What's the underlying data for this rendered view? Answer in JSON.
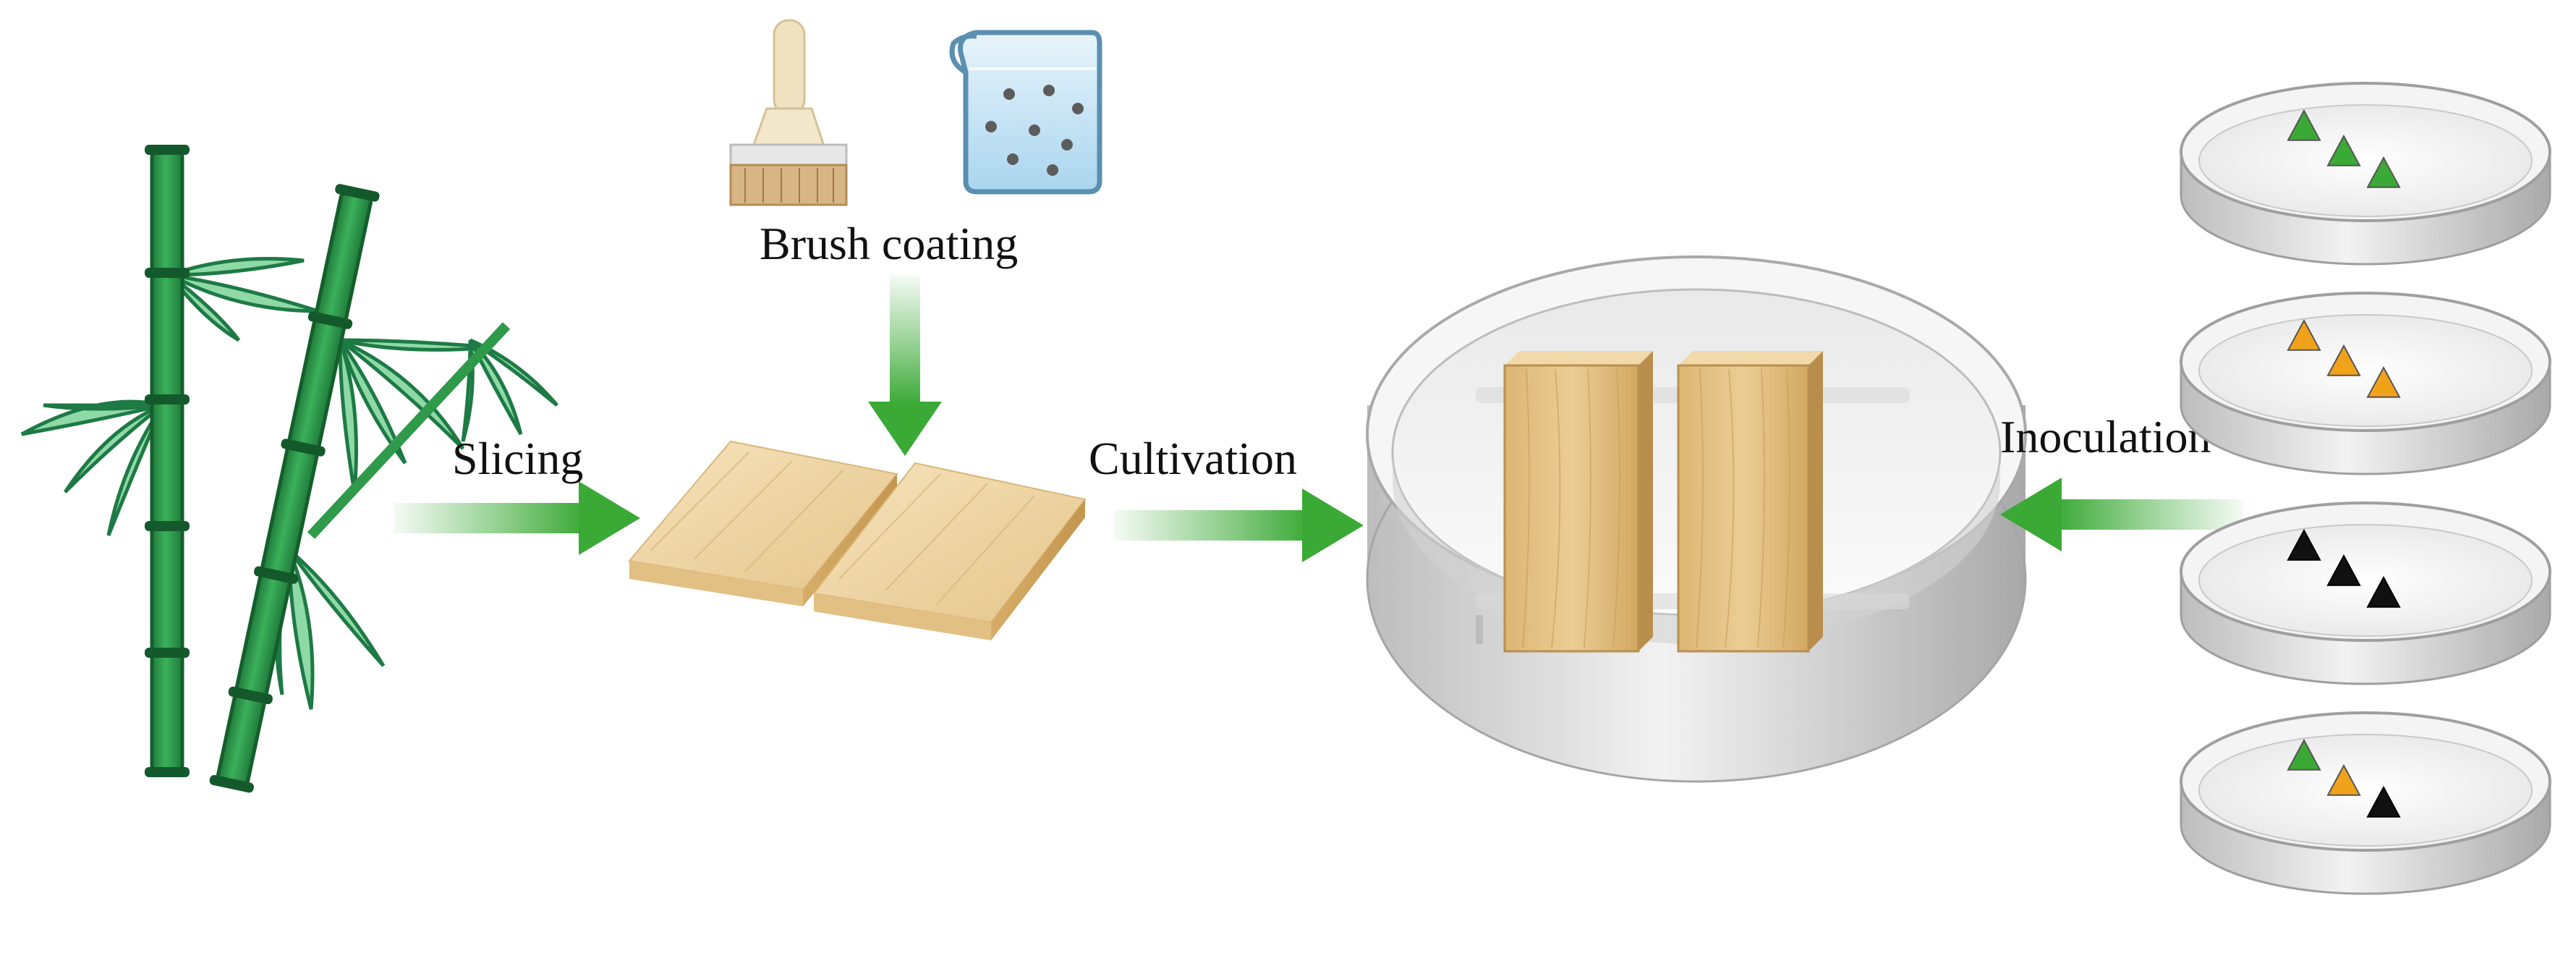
{
  "labels": {
    "slicing": "Slicing",
    "brush_coating": "Brush coating",
    "cultivation": "Cultivation",
    "inoculation": "Inoculation"
  },
  "colors": {
    "arrow": "#3aa935",
    "bamboo": "#2e9a4a",
    "bamboo_dark": "#1b6e34",
    "leaf": "#7fd09a",
    "wood": "#e8c88d",
    "dish": "#d9d9d9",
    "triangle_green": "#3aa935",
    "triangle_orange": "#f0a21a",
    "triangle_black": "#111111"
  },
  "dishes": [
    {
      "triangles": [
        "green",
        "green",
        "green"
      ]
    },
    {
      "triangles": [
        "orange",
        "orange",
        "orange"
      ]
    },
    {
      "triangles": [
        "black",
        "black",
        "black"
      ]
    },
    {
      "triangles": [
        "green",
        "orange",
        "black"
      ]
    }
  ]
}
